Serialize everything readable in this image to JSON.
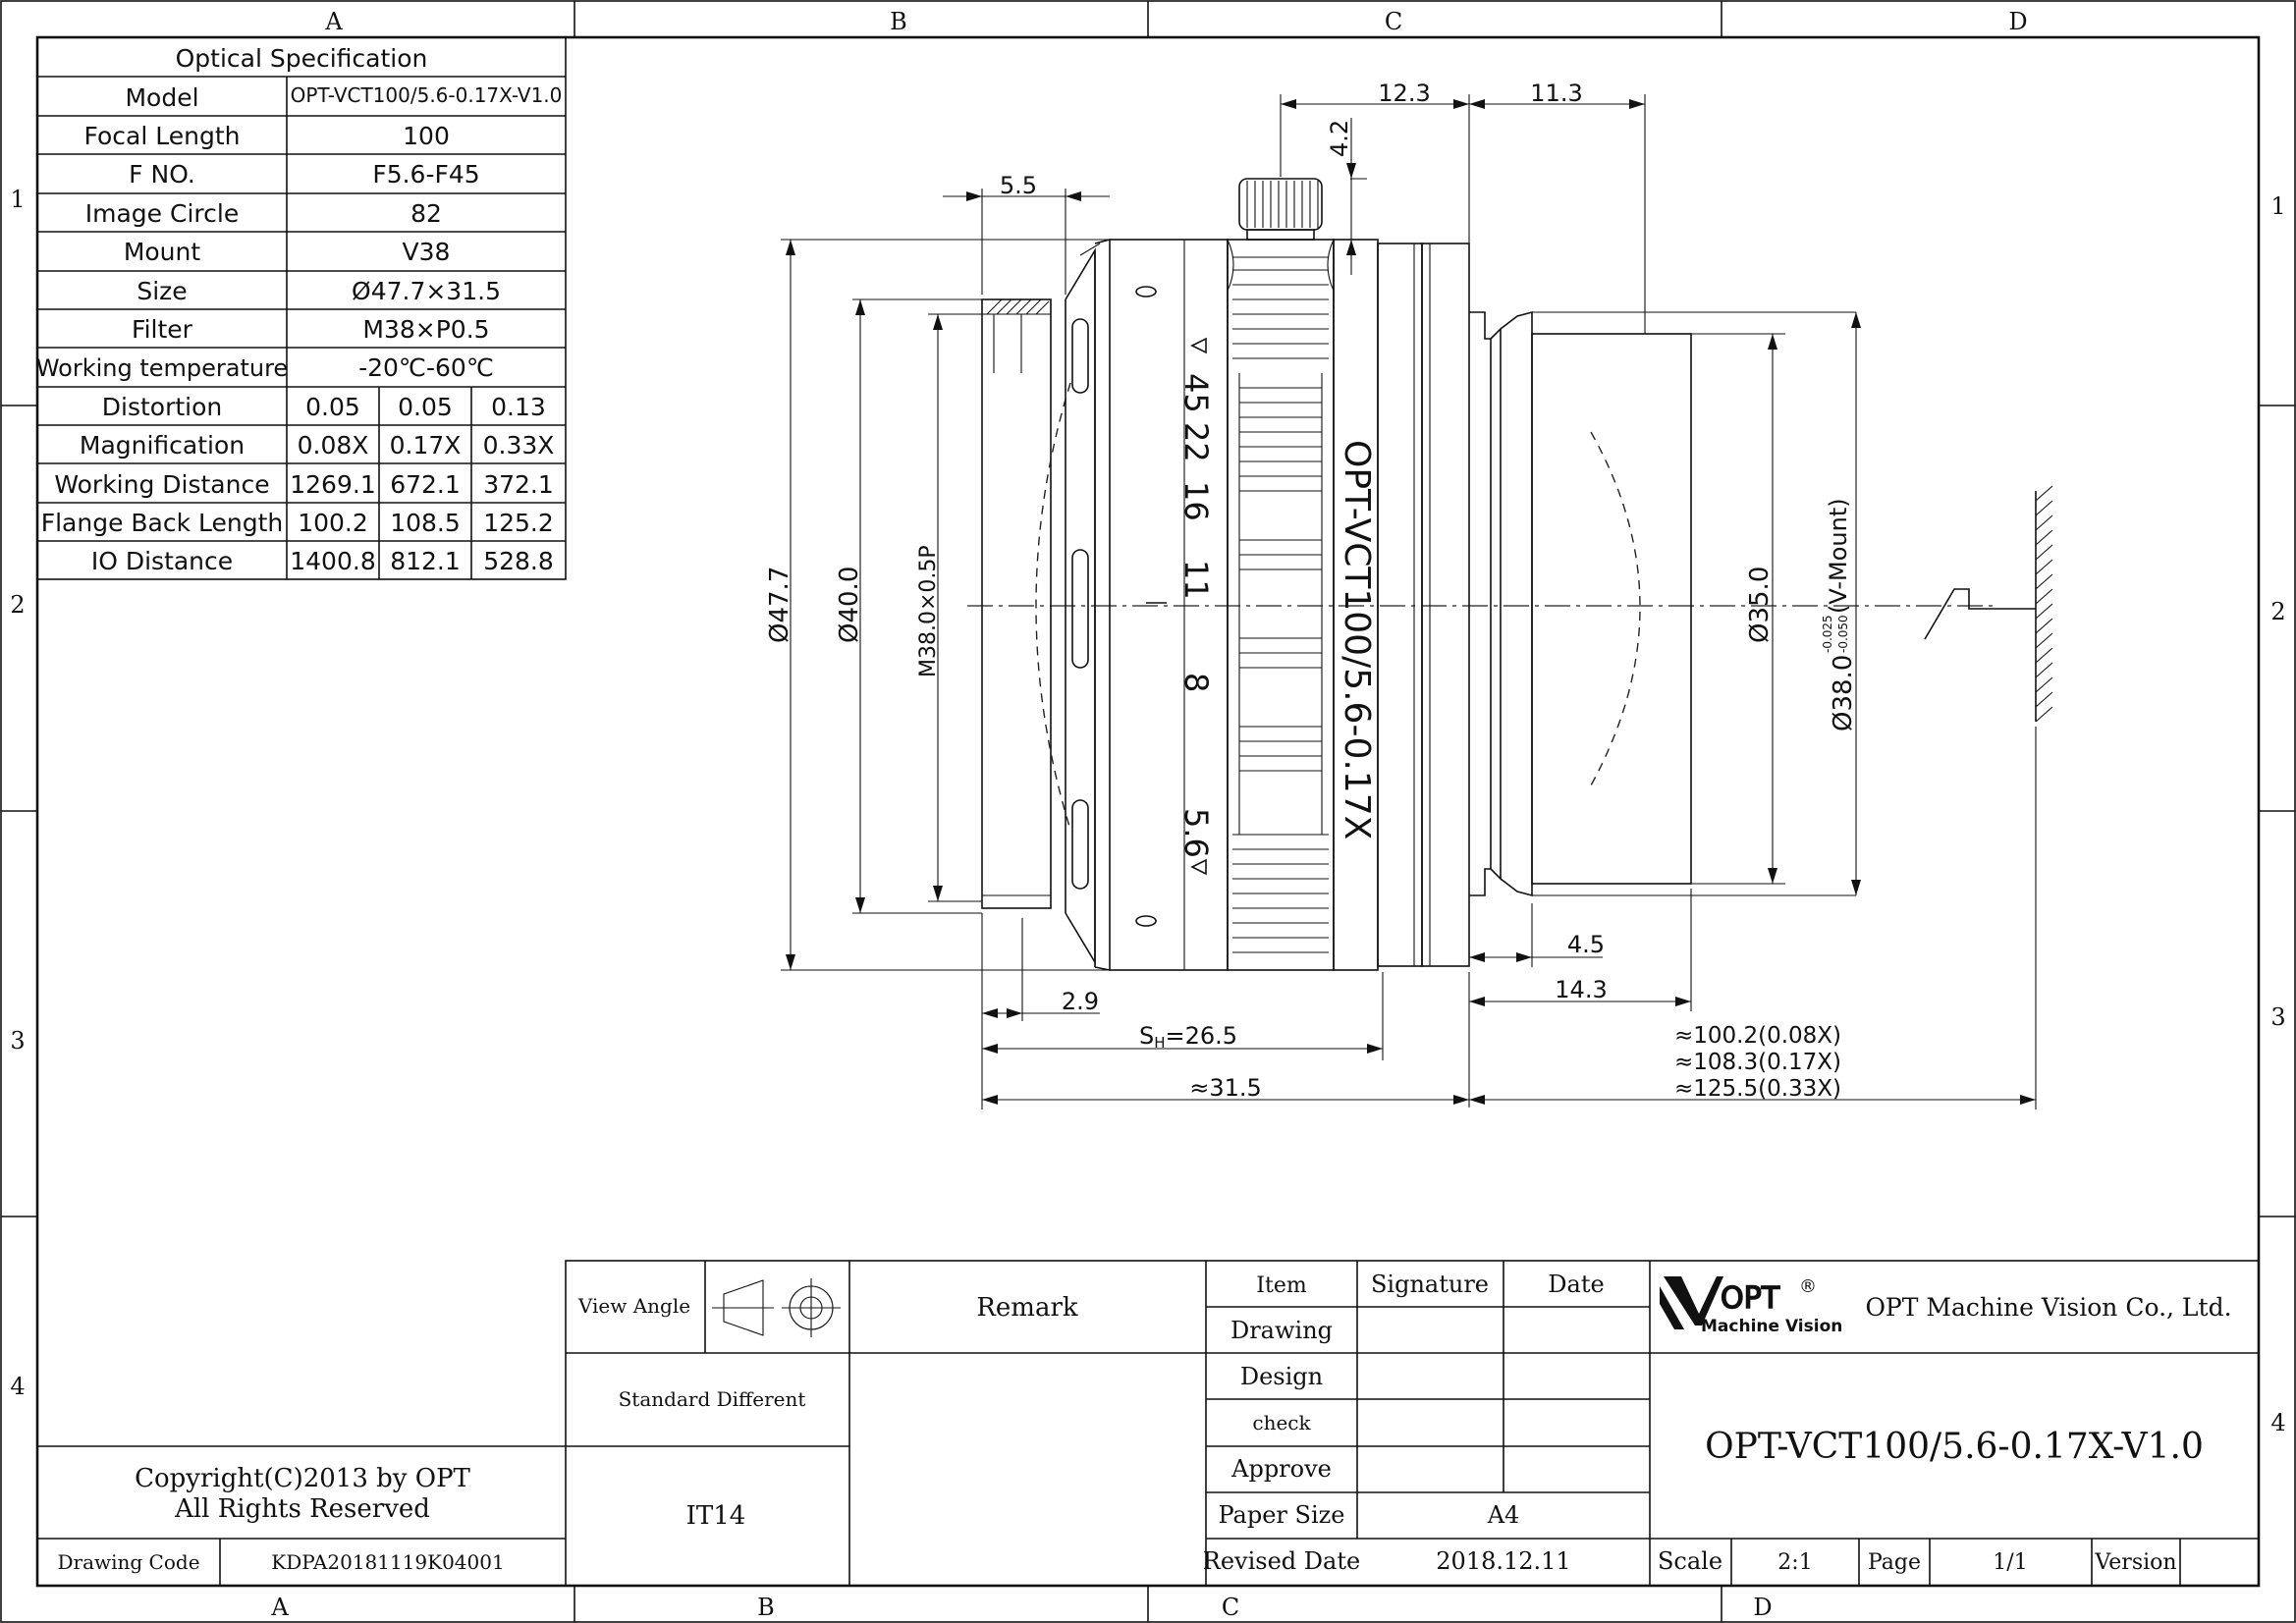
{
  "frame": {
    "zones_top": [
      "A",
      "B",
      "C",
      "D"
    ],
    "zones_bottom": [
      "A",
      "B",
      "C",
      "D"
    ],
    "rows_left": [
      "1",
      "2",
      "3",
      "4"
    ],
    "rows_right": [
      "1",
      "2",
      "3",
      "4"
    ]
  },
  "spec_table": {
    "title": "Optical Specification",
    "rows": [
      {
        "label": "Model",
        "value": "OPT-VCT100/5.6-0.17X-V1.0"
      },
      {
        "label": "Focal Length",
        "value": "100"
      },
      {
        "label": "F NO.",
        "value": "F5.6-F45"
      },
      {
        "label": "Image Circle",
        "value": "82"
      },
      {
        "label": "Mount",
        "value": "V38"
      },
      {
        "label": "Size",
        "value": "Ø47.7×31.5"
      },
      {
        "label": "Filter",
        "value": "M38×P0.5"
      },
      {
        "label": "Working temperature",
        "value": "-20℃-60℃"
      }
    ],
    "multi_rows": [
      {
        "label": "Distortion",
        "values": [
          "0.05",
          "0.05",
          "0.13"
        ]
      },
      {
        "label": "Magnification",
        "values": [
          "0.08X",
          "0.17X",
          "0.33X"
        ]
      },
      {
        "label": "Working Distance",
        "values": [
          "1269.1",
          "672.1",
          "372.1"
        ]
      },
      {
        "label": "Flange Back Length",
        "values": [
          "100.2",
          "108.5",
          "125.2"
        ]
      },
      {
        "label": "IO Distance",
        "values": [
          "1400.8",
          "812.1",
          "528.8"
        ]
      }
    ]
  },
  "drawing": {
    "dims": {
      "d_12_3": "12.3",
      "d_11_3": "11.3",
      "d_4_2": "4.2",
      "d_5_5": "5.5",
      "d_4_5": "4.5",
      "d_14_3": "14.3",
      "d_2_9": "2.9",
      "d_sh": "26.5",
      "sh_prefix": "S",
      "sh_sub": "H",
      "sh_eq": "=",
      "d_31_5": "≈31.5",
      "dia_47_7": "Ø47.7",
      "dia_40_0": "Ø40.0",
      "thread": "M38.0×0.5P",
      "dia_35_0": "Ø35.0",
      "dia_38_0": "Ø38.0",
      "tol_upper": "-0.025",
      "tol_lower": "-0.050",
      "vmount": "(V-Mount)",
      "flange_1": "≈100.2(0.08X)",
      "flange_2": "≈108.3(0.17X)",
      "flange_3": "≈125.5(0.33X)"
    },
    "lens_engraving": "OPT-VCT100/5.6-0.17X",
    "aperture_scale": [
      "45",
      "22",
      "16",
      "11",
      "8",
      "5.6"
    ]
  },
  "title_block": {
    "view_angle": "View Angle",
    "remark": "Remark",
    "standard_different": "Standard Different",
    "it_grade": "IT14",
    "copyright_1": "Copyright(C)2013 by OPT",
    "copyright_2": "All Rights Reserved",
    "drawing_code_label": "Drawing Code",
    "drawing_code": "KDPA20181119K04001",
    "item": "Item",
    "signature": "Signature",
    "date": "Date",
    "drawing": "Drawing",
    "design": "Design",
    "check": "check",
    "approve": "Approve",
    "paper_size_label": "Paper Size",
    "paper_size": "A4",
    "revised_date_label": "Revised Date",
    "revised_date": "2018.12.11",
    "logo_brand": "OPT",
    "logo_sub": "Machine Vision",
    "logo_reg": "®",
    "company": "OPT Machine Vision Co., Ltd.",
    "part_number": "OPT-VCT100/5.6-0.17X-V1.0",
    "scale_label": "Scale",
    "scale": "2:1",
    "page_label": "Page",
    "page": "1/1",
    "version_label": "Version",
    "version": ""
  }
}
